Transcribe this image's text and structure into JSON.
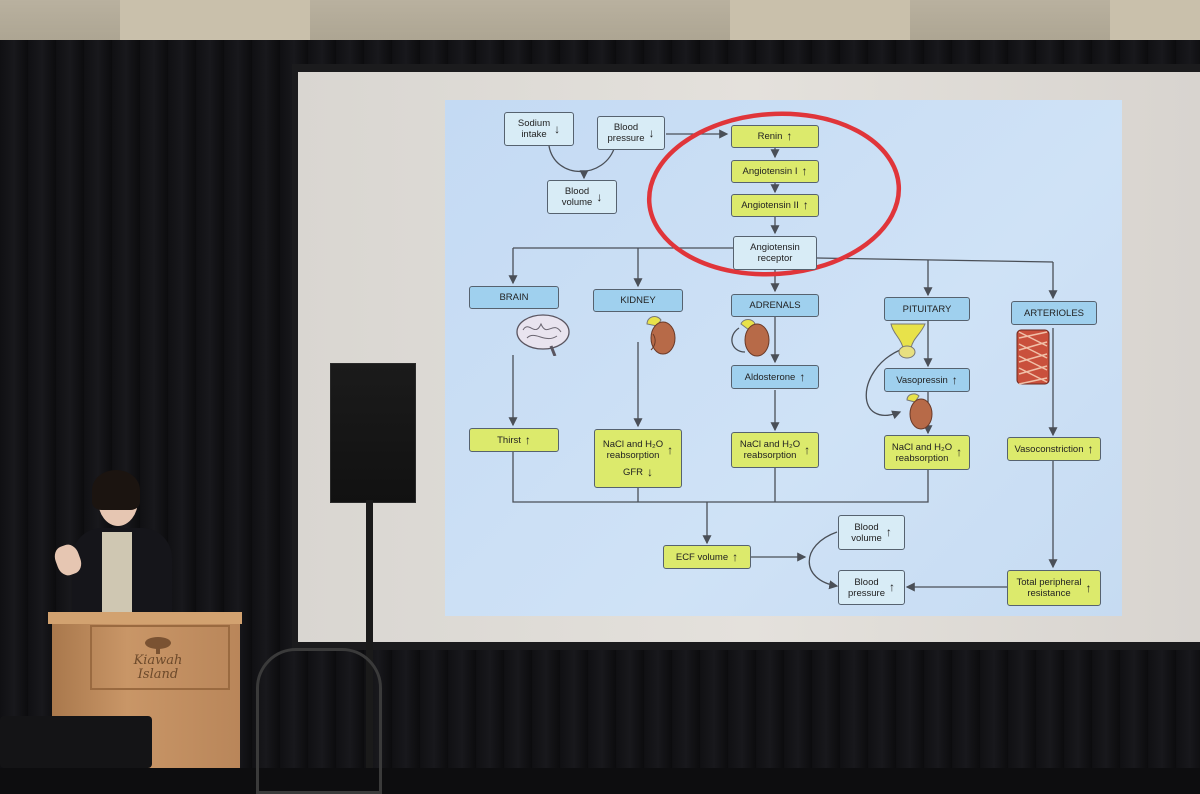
{
  "diagram": {
    "top": {
      "sodium_intake": "Sodium\nintake",
      "blood_pressure": "Blood\npressure",
      "blood_volume": "Blood\nvolume",
      "renin": "Renin",
      "angiotensin_i": "Angiotensin I",
      "angiotensin_ii": "Angiotensin II",
      "angiotensin_receptor": "Angiotensin\nreceptor"
    },
    "organs": {
      "brain": "BRAIN",
      "kidney": "KIDNEY",
      "adrenals": "ADRENALS",
      "pituitary": "PITUITARY",
      "arterioles": "ARTERIOLES"
    },
    "effects": {
      "aldosterone": "Aldosterone",
      "vasopressin": "Vasopressin",
      "thirst": "Thirst",
      "nacl_kidney": "NaCl and H₂O\nreabsorption",
      "gfr": "GFR",
      "nacl_adrenal": "NaCl and H₂O\nreabsorption",
      "nacl_pituitary": "NaCl and H₂O\nreabsorption",
      "vasoconstriction": "Vasoconstriction"
    },
    "bottom": {
      "ecf_volume": "ECF volume",
      "blood_volume": "Blood\nvolume",
      "blood_pressure": "Blood\npressure",
      "total_peripheral_resistance": "Total peripheral\nresistance"
    },
    "arrows": {
      "up": "↑",
      "down": "↓"
    }
  },
  "podium": {
    "logo_text": "Kiawah Island"
  },
  "colors": {
    "box_blue": "#9fd0ee",
    "box_pale": "#d8ecf6",
    "box_green": "#dcea6c",
    "highlight_circle": "#e0353a",
    "slide_background": "#c9def4"
  }
}
